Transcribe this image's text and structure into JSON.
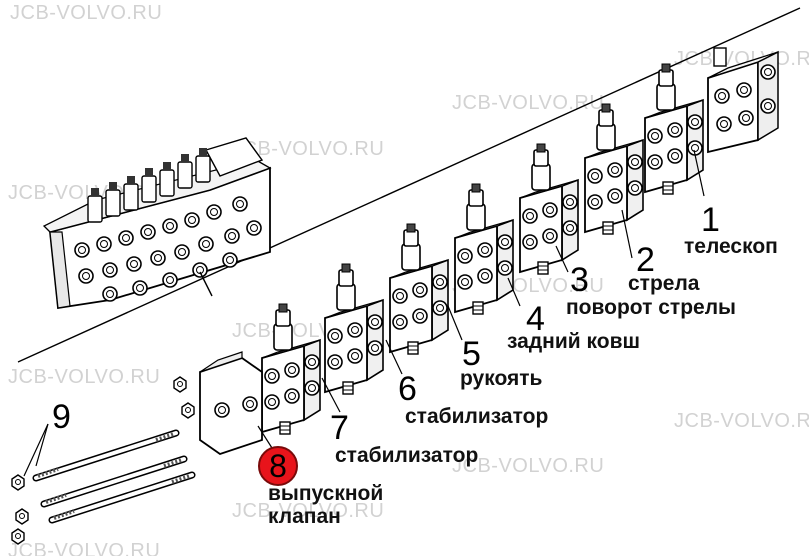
{
  "watermark": "JCB-VOLVO.RU",
  "parts": [
    {
      "number": "1",
      "label": "телескоп"
    },
    {
      "number": "2",
      "label": "стрела"
    },
    {
      "number": "3",
      "label": "поворот стрелы"
    },
    {
      "number": "4",
      "label": "задний ковш"
    },
    {
      "number": "5",
      "label": "рукоять"
    },
    {
      "number": "6",
      "label": "стабилизатор"
    },
    {
      "number": "7",
      "label": "стабилизатор"
    },
    {
      "number": "8",
      "label": "выпускной клапан"
    },
    {
      "number": "9",
      "label": ""
    }
  ],
  "colors": {
    "badge": "#e8141b",
    "line": "#000000",
    "watermark": "#d2d2d2"
  }
}
